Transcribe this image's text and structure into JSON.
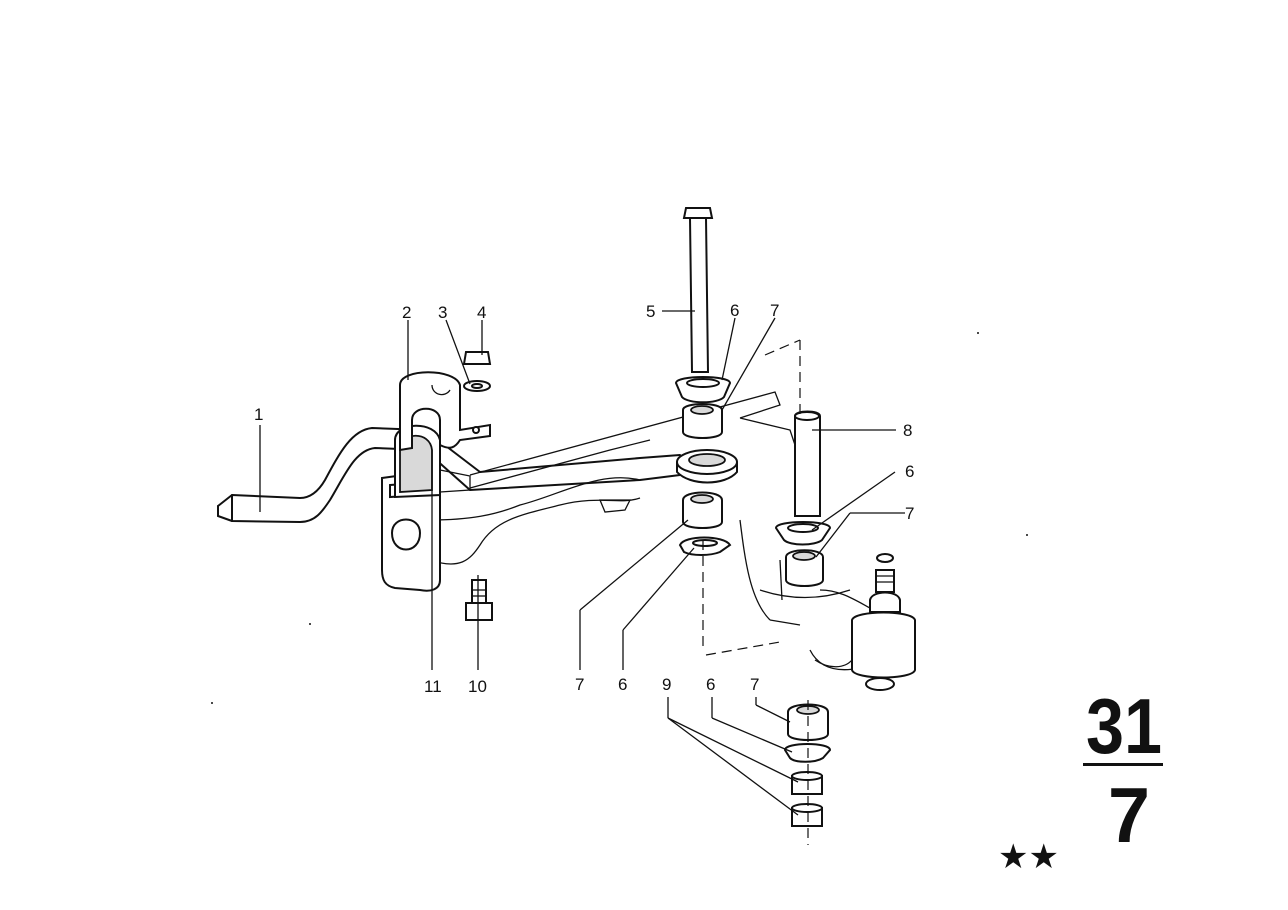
{
  "labels": {
    "l1": "1",
    "l2": "2",
    "l3": "3",
    "l4": "4",
    "l5": "5",
    "l6a": "6",
    "l7a": "7",
    "l8": "8",
    "l6b": "6",
    "l7b": "7",
    "l11": "11",
    "l10": "10",
    "l7c": "7",
    "l6c": "6",
    "l9": "9",
    "l6d": "6",
    "l7d": "7"
  },
  "group_number": {
    "main": "31",
    "sub": "7"
  },
  "stars": "★★",
  "colors": {
    "ink": "#111111",
    "paper": "#ffffff"
  }
}
